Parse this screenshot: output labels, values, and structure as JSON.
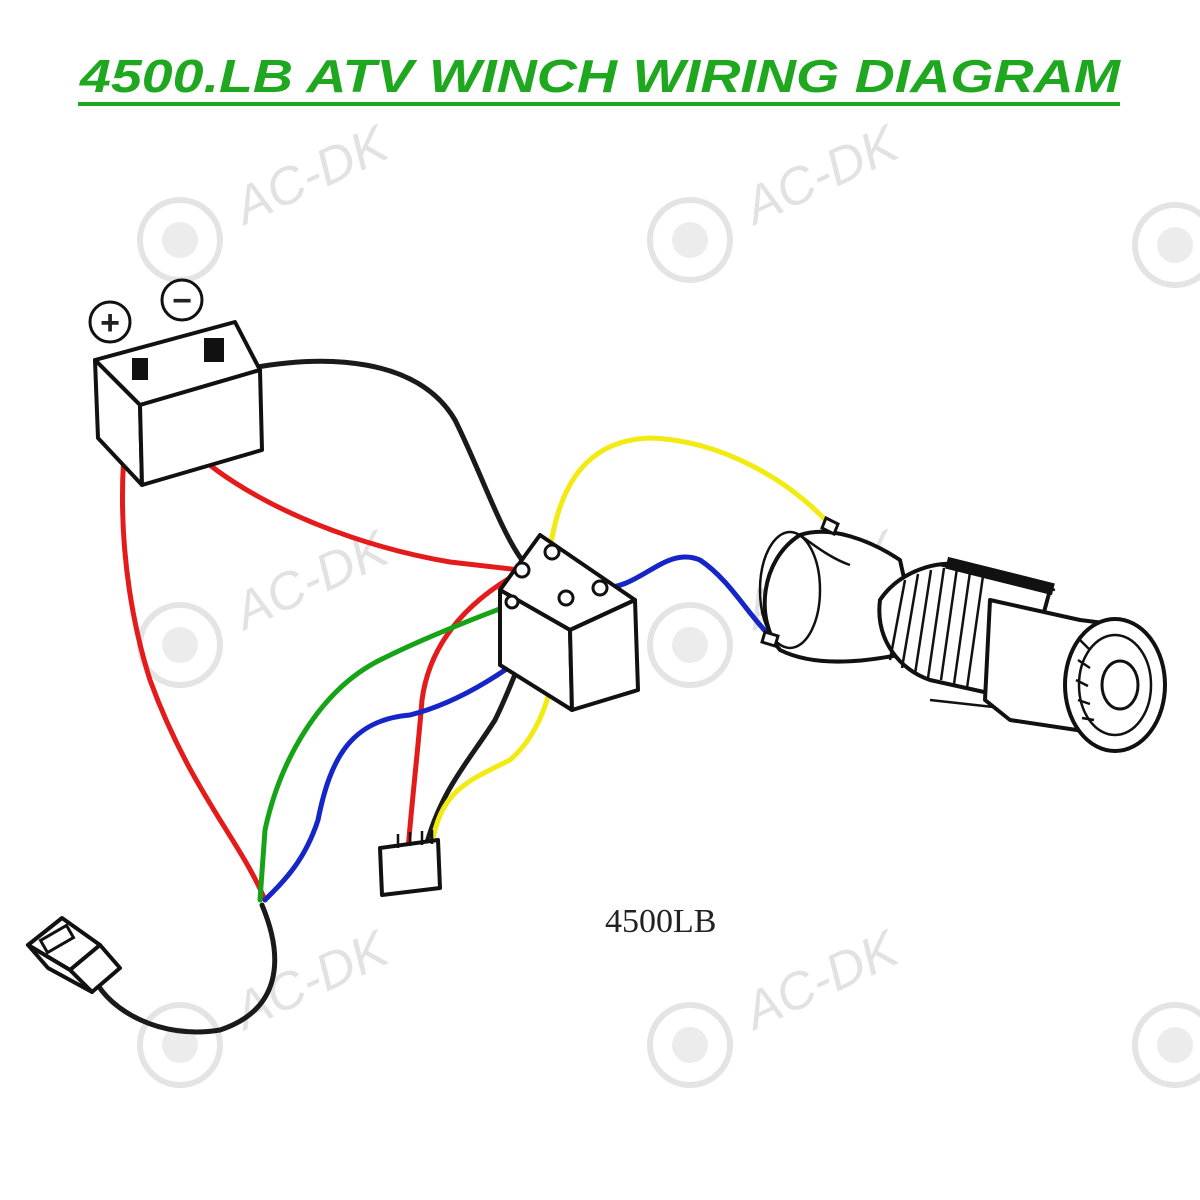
{
  "title": "4500.LB ATV WINCH WIRING DIAGRAM",
  "model_label": "4500LB",
  "battery": {
    "positive_symbol": "+",
    "negative_symbol": "−"
  },
  "watermark": "AC-DK",
  "colors": {
    "title": "#1fa81f",
    "wire_red": "#e41b1b",
    "wire_black": "#1a1a1a",
    "wire_yellow": "#f2ea10",
    "wire_blue": "#1525c8",
    "wire_green": "#17a317",
    "watermark": "#e2e2e2"
  }
}
